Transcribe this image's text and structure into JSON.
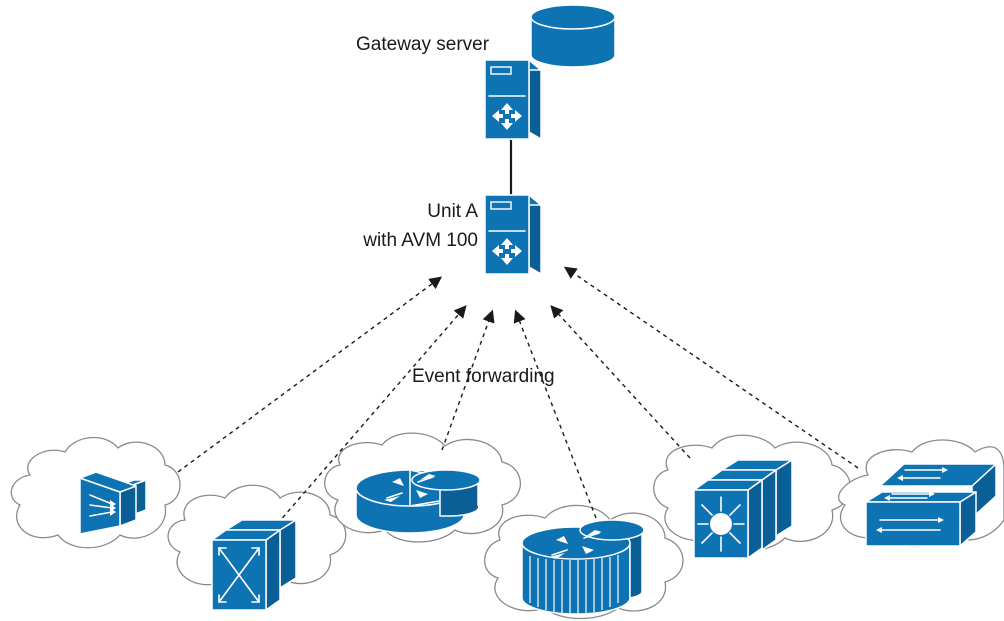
{
  "labels": {
    "gateway": "Gateway server",
    "unit_line1": "Unit A",
    "unit_line2": "with AVM 100",
    "flow": "Event forwarding"
  },
  "nodes": [
    {
      "name": "database-icon",
      "type": "database"
    },
    {
      "name": "gateway-server-icon",
      "type": "server"
    },
    {
      "name": "unit-a-server-icon",
      "type": "server"
    },
    {
      "name": "firewall-icon",
      "type": "content-switch"
    },
    {
      "name": "atm-switch-icon",
      "type": "atm-switch"
    },
    {
      "name": "router-icon",
      "type": "router"
    },
    {
      "name": "voice-router-icon",
      "type": "router-stack"
    },
    {
      "name": "layer3-switch-icon",
      "type": "multilayer-switch"
    },
    {
      "name": "workgroup-switch-icon",
      "type": "switch"
    }
  ],
  "colors": {
    "device": "#0e73b3",
    "device_dark": "#0a5f96",
    "line": "#1a1a1a",
    "cloud_outline": "#8a8a8a"
  }
}
